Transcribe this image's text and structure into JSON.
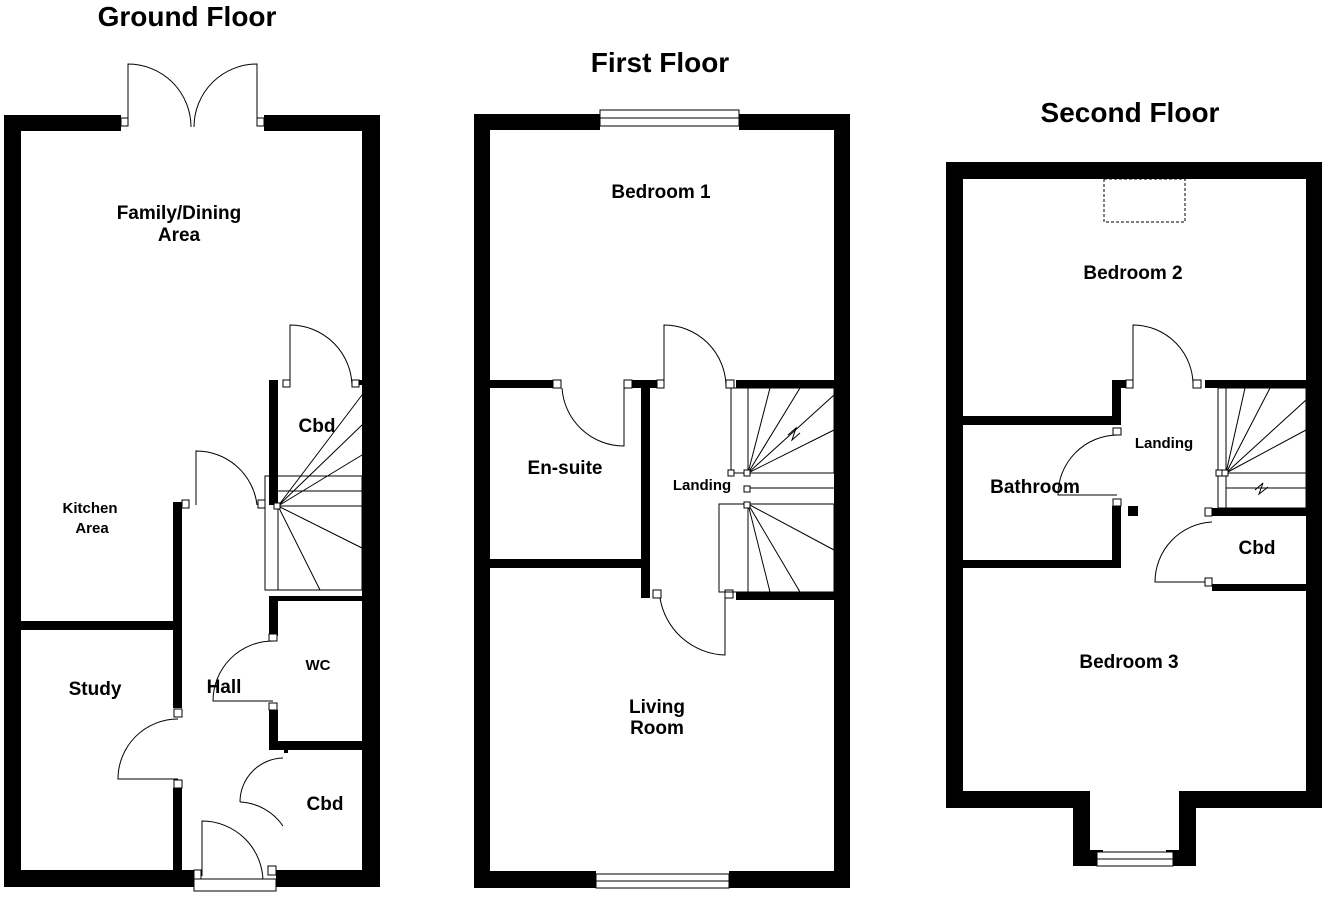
{
  "floors": [
    {
      "title": "Ground Floor",
      "rooms": {
        "family_dining_1": "Family/Dining",
        "family_dining_2": "Area",
        "kitchen_1": "Kitchen",
        "kitchen_2": "Area",
        "cbd_upper": "Cbd",
        "study": "Study",
        "hall": "Hall",
        "wc": "WC",
        "cbd_lower": "Cbd"
      }
    },
    {
      "title": "First Floor",
      "rooms": {
        "bedroom1": "Bedroom 1",
        "ensuite": "En-suite",
        "landing": "Landing",
        "living_1": "Living",
        "living_2": "Room"
      }
    },
    {
      "title": "Second Floor",
      "rooms": {
        "bedroom2": "Bedroom 2",
        "landing": "Landing",
        "bathroom": "Bathroom",
        "cbd": "Cbd",
        "bedroom3": "Bedroom 3"
      }
    }
  ]
}
